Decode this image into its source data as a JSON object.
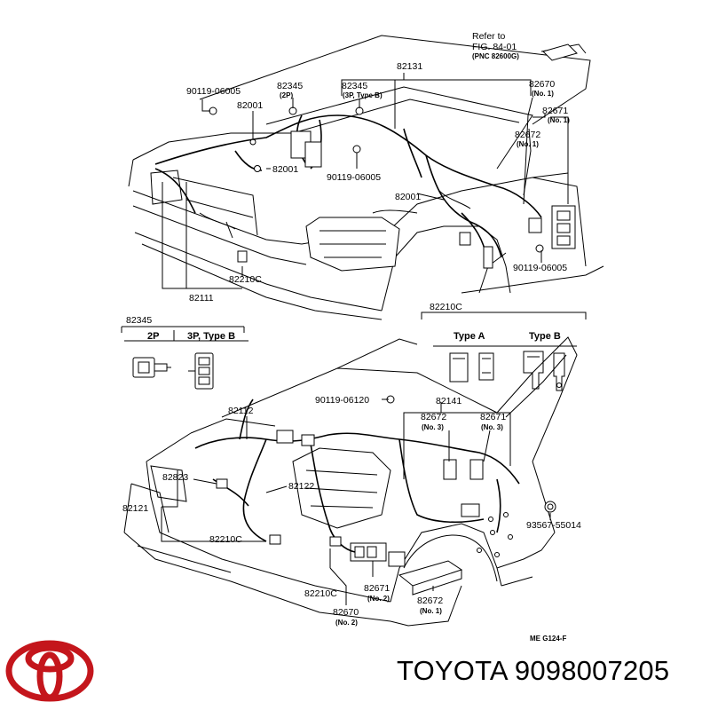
{
  "brand_text": "TOYOTA 9098007205",
  "logo_name": "toyota-logo",
  "colors": {
    "logo": "#c4161c",
    "ink": "#000000"
  },
  "labels": {
    "refer_to": "Refer to",
    "fig": "FIG. 84-01",
    "pnc": "(PNC 82600G)",
    "p82131": "82131",
    "p82345a": "82345",
    "p2p": "(2P)",
    "p82345b": "82345",
    "p3p_type_b": "(3P, Type B)",
    "p82670_top": "82670",
    "no1_a": "(No. 1)",
    "p82671_top": "82671",
    "no1_b": "(No. 1)",
    "p82672_top": "82672",
    "no1_c": "(No. 1)",
    "p90119_06005_a": "90119-06005",
    "p82001_a": "82001",
    "p82001_b": "82001",
    "p90119_06005_b": "90119-06005",
    "p82001_c": "82001",
    "p90119_06005_c": "90119-06005",
    "p82210c_a": "82210C",
    "p82111": "82111",
    "p82345c": "82345",
    "hdr_2p": "2P",
    "hdr_3p_type_b": "3P, Type B",
    "p82210c_b": "82210C",
    "type_a": "Type A",
    "type_b": "Type B",
    "p90119_06120": "90119-06120",
    "p82141": "82141",
    "p82112": "82112",
    "p82672_mid": "82672",
    "no3_a": "(No. 3)",
    "p82671_mid": "82671",
    "no3_b": "(No. 3)",
    "p82823": "82823",
    "p82122": "82122",
    "p82121": "82121",
    "p93567_55014": "93567-55014",
    "p82210c_c": "82210C",
    "p82210c_d": "82210C",
    "p82671_bot": "82671",
    "no2_a": "(No. 2)",
    "p82670_bot": "82670",
    "no2_b": "(No. 2)",
    "p82672_bot": "82672",
    "no1_d": "(No. 1)",
    "me_code": "ME  G124-F"
  }
}
